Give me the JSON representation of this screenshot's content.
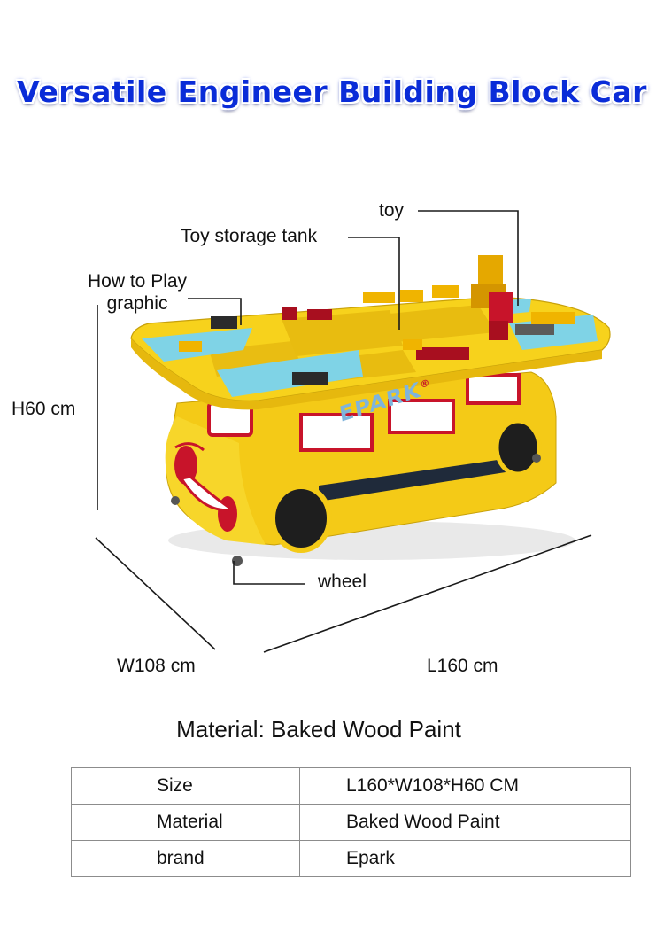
{
  "title": "Versatile Engineer Building Block Car",
  "callouts": {
    "toy": "toy",
    "storage": "Toy storage tank",
    "how_to_play_line1": "How to Play",
    "how_to_play_line2": "graphic",
    "wheel": "wheel"
  },
  "dimensions": {
    "height": "H60 cm",
    "width": "W108 cm",
    "length": "L160 cm"
  },
  "logo": {
    "text": "EPARK",
    "registered": "®"
  },
  "material_heading": "Material: Baked Wood Paint",
  "specs": [
    {
      "key": "Size",
      "value": "L160*W108*H60 CM"
    },
    {
      "key": "Material",
      "value": "Baked Wood Paint"
    },
    {
      "key": "brand",
      "value": "Epark"
    }
  ],
  "colors": {
    "title": "#0a2cd8",
    "body_yellow": "#f7d21c",
    "mat_blue": "#7fd3e6",
    "window_red": "#c8142a",
    "tire": "#1e1e1e"
  }
}
